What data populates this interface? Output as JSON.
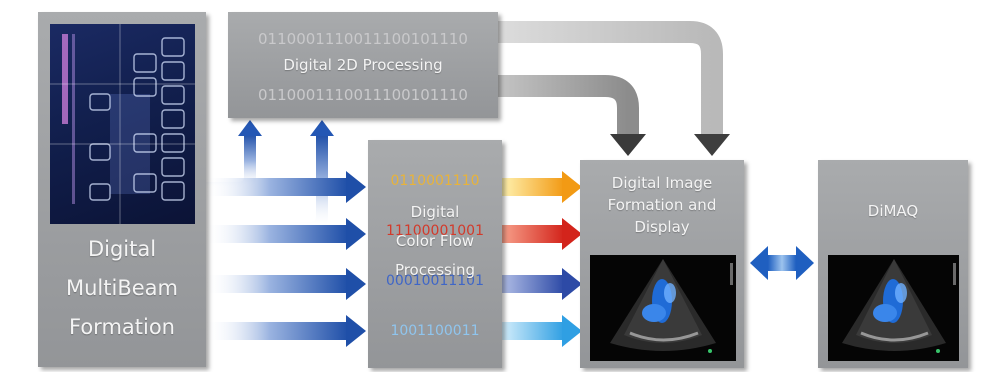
{
  "diagram": {
    "multibeam": {
      "label_lines": [
        "Digital",
        "MultiBeam",
        "Formation"
      ]
    },
    "processing_2d": {
      "bits_top": "0110001110011100101110",
      "label": "Digital 2D Processing",
      "bits_bottom": "0110001110011100101110"
    },
    "color_flow": {
      "bits": [
        "0110001110",
        "11100001001",
        "00010011101",
        "1001100011"
      ],
      "label_lines": [
        "Digital",
        "Color Flow",
        "Processing"
      ]
    },
    "display": {
      "label_lines": [
        "Digital Image",
        "Formation and",
        "Display"
      ]
    },
    "dimaq": {
      "label": "DiMAQ"
    },
    "colors": {
      "box": "#9ea0a3",
      "blue_arrow": "#1f4fa8",
      "orange_arrow": "#f2a21c",
      "red_arrow": "#d3241b",
      "indigo_arrow": "#2d4aa6",
      "light_blue_arrow": "#3aa7e6",
      "gray_arrow": "#4a4a4a"
    },
    "icons": {
      "ultrasound_image": "cardiac-ultrasound-image",
      "multibeam_image": "multibeam-grid-image"
    }
  }
}
